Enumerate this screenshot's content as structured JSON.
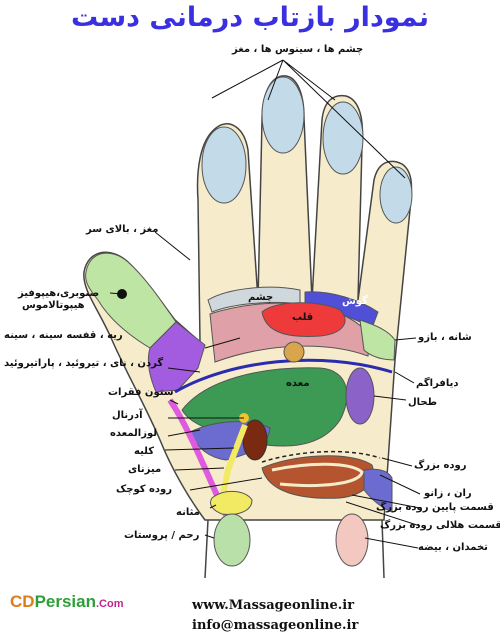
{
  "title": "نمودار بازتاب درمانی دست",
  "labels": {
    "eyes_sinus_brain": "چشم ها ، سینوس ها ، مغز",
    "brain_head": "مغز ، بالای سر",
    "pineal_pituitary_1": "صنوبری،هیپوفیز",
    "pineal_pituitary_2": "هیپوتالاموس",
    "lung_chest": "ریه ، قفسه سینه ، سینه",
    "neck_throat_thyroid": "گردن ، نای ، تیروئید ، پاراتیروئید",
    "spine": "ستون فقرات",
    "adrenal": "آدرنال",
    "duodenum": "لوزالمعده",
    "kidney": "کلیه",
    "ureter": "میزنای",
    "small_intestine": "روده کوچک",
    "bladder": "مثانه",
    "uterus_prostate": "رحم / پروستات",
    "shoulder_arm": "شانه ، بازو",
    "diaphragm": "دیافراگم",
    "spleen": "طحال",
    "large_intestine": "روده بزرگ",
    "thigh_knee": "ران ، زانو",
    "lower_colon": "قسمت پایین روده بزرگ",
    "sigmoid_colon": "قسمت هلالی روده بزرگ",
    "ovary_testes": "تخمدان ، بیضه"
  },
  "inner_labels": {
    "eye": "چشم",
    "ear": "گوش",
    "heart": "قلب",
    "stomach": "معده"
  },
  "footer": {
    "website": "www.Massageonline.ir",
    "email": "info@massageonline.ir",
    "logo_cd": "CD",
    "logo_persian": "Persian",
    "logo_com": ".Com"
  },
  "colors": {
    "title": "#3a30e0",
    "skin": "#f6eccb",
    "fingertips": "#c3dbe8",
    "eye_zone": "#cfd8dc",
    "ear_zone": "#4f4fd8",
    "heart_zone": "#ee3a3a",
    "lung_zone": "#e0a0a8",
    "shoulder_zone": "#bfe5a4",
    "neck_zone": "#a35ce0",
    "stomach_zone": "#3c9a54",
    "spleen_zone": "#8a62c8",
    "kidney_zone": "#6b6bd0",
    "bladder_zone": "#f2ea62",
    "ureter_zone": "#e05ae0",
    "intestine_zone": "#b5552f",
    "uterus_zone": "#b8e0a8"
  }
}
